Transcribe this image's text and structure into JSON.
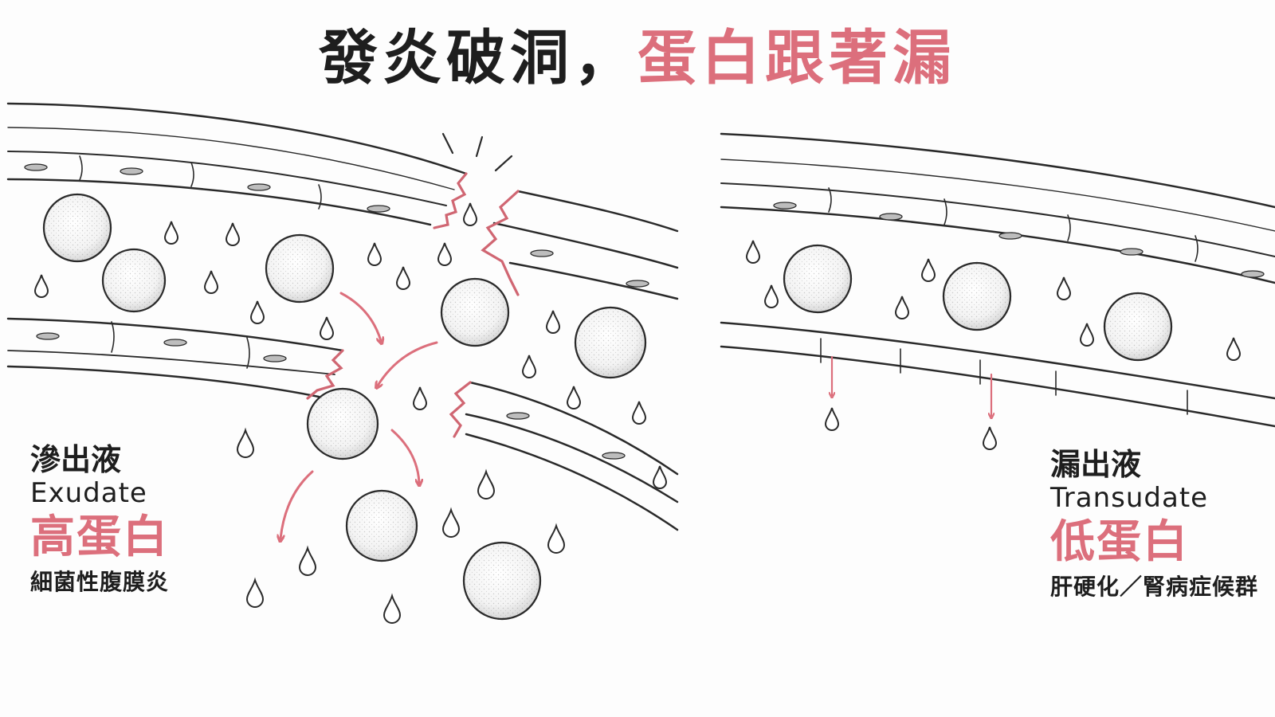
{
  "title": {
    "part1": "發炎破洞，",
    "part2": "蛋白跟著漏"
  },
  "colors": {
    "accent": "#dc6f7c",
    "ink": "#1e1e1e",
    "background": "#fdfdfd"
  },
  "left_panel": {
    "name_zh": "滲出液",
    "name_en": "Exudate",
    "protein": "高蛋白",
    "condition": "細菌性腹膜炎"
  },
  "right_panel": {
    "name_zh": "漏出液",
    "name_en": "Transudate",
    "protein": "低蛋白",
    "condition": "肝硬化／腎病症候群"
  }
}
